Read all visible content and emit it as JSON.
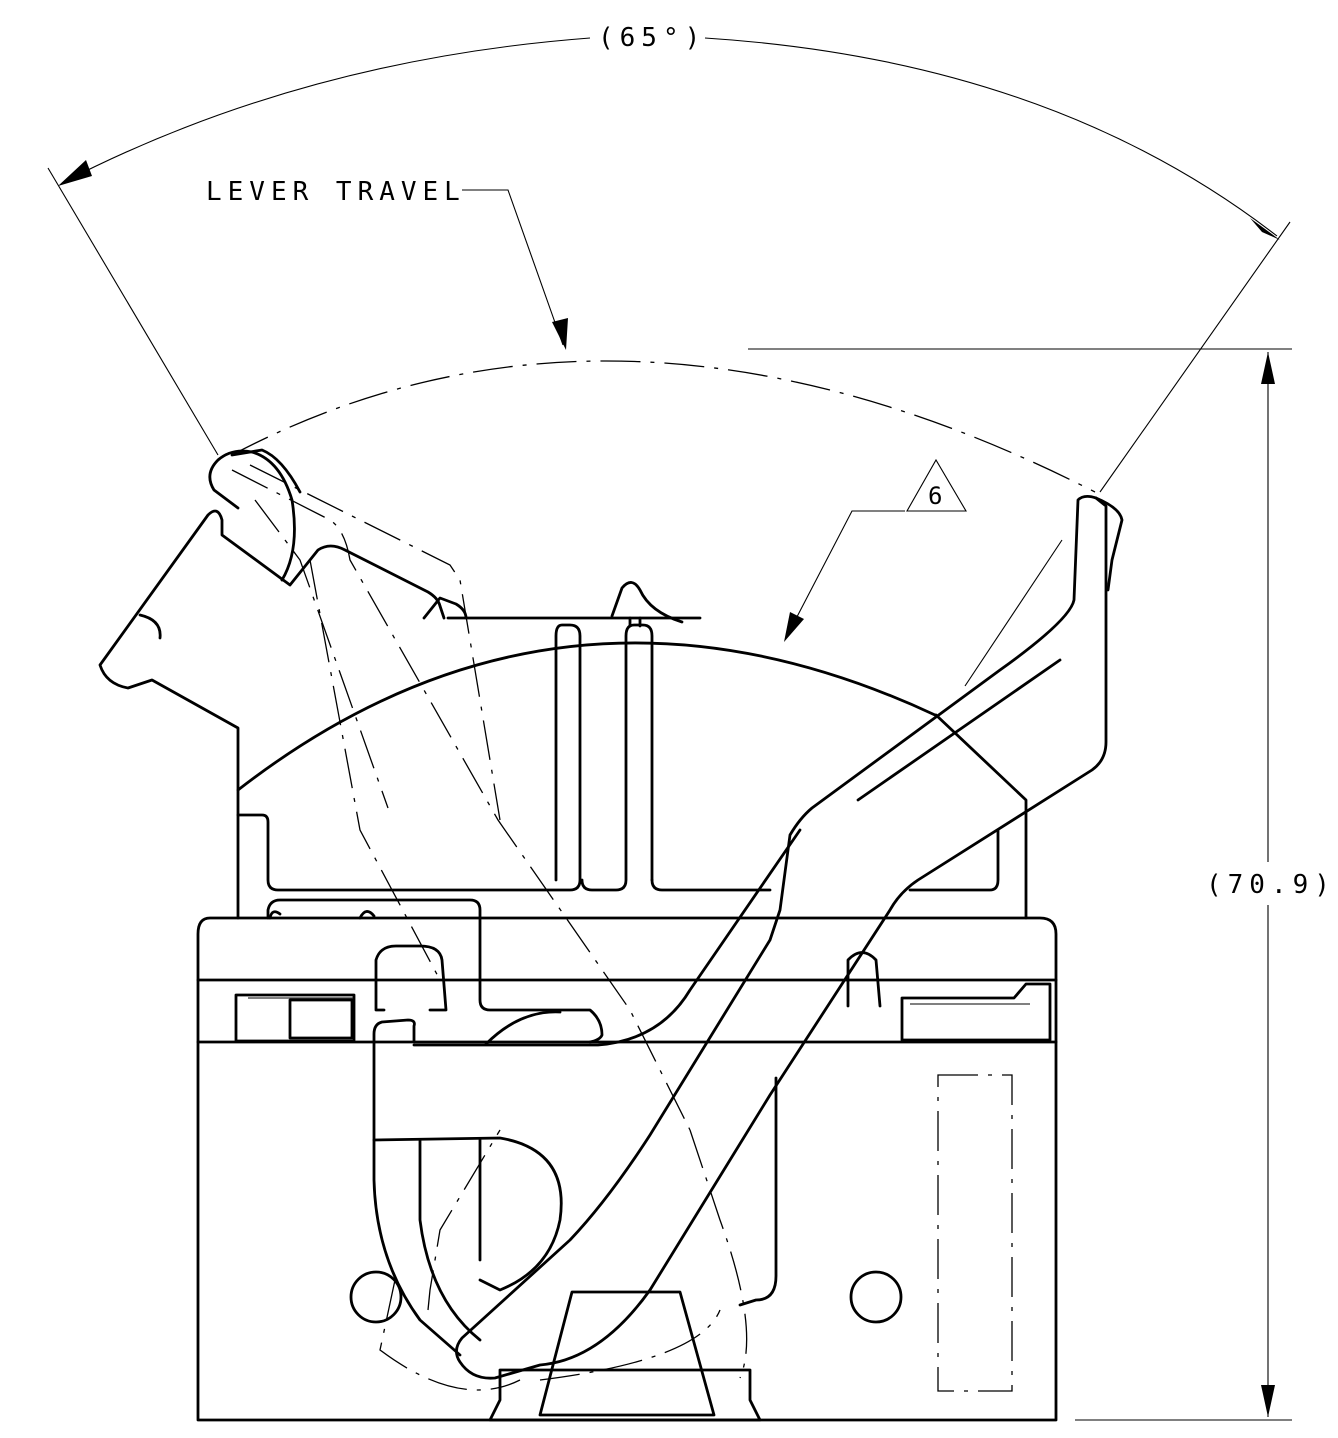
{
  "dimensions": {
    "angle_label": "(65°)",
    "height_label": "(70.9)"
  },
  "callouts": {
    "lever_travel": "LEVER TRAVEL",
    "note_flag": "6"
  }
}
